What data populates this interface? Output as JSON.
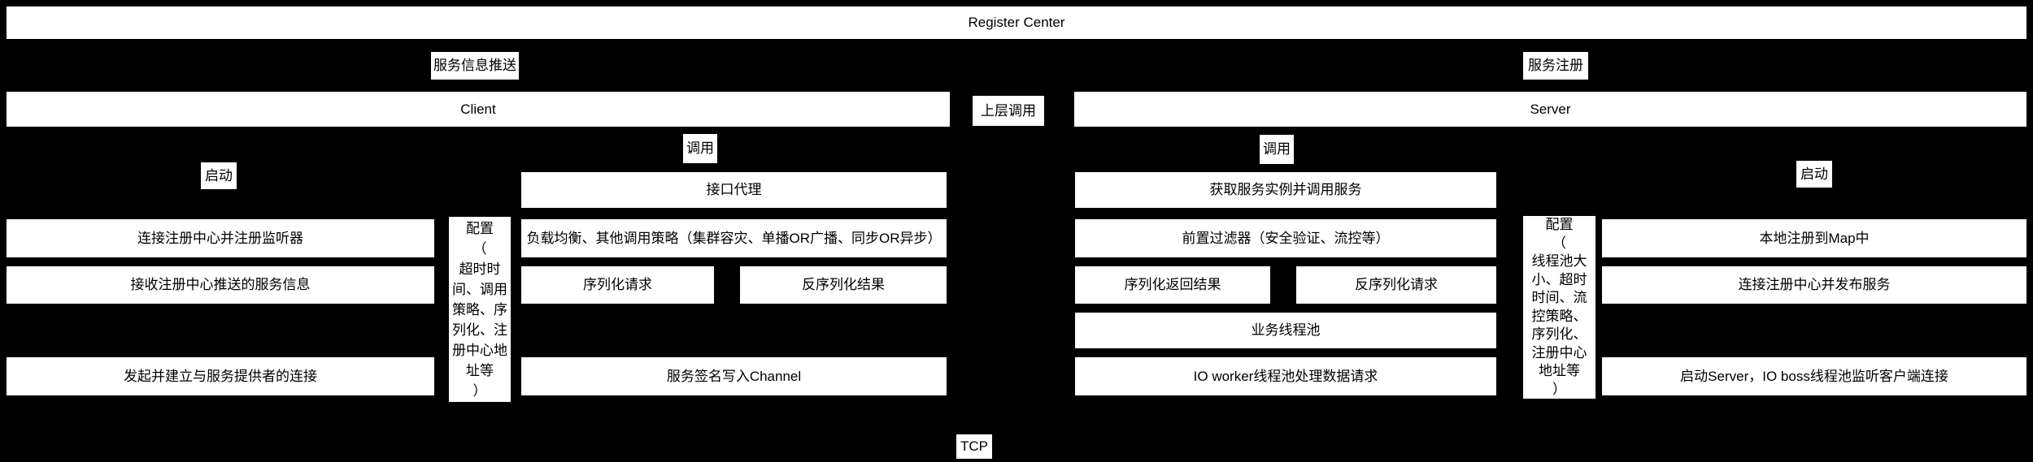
{
  "diagram": {
    "register_center": "Register Center",
    "tcp": "TCP",
    "colors": {
      "background": "#000000",
      "box_fill": "#ffffff",
      "text": "#000000"
    },
    "connectors": {
      "service_info_push": "服务信息推送",
      "service_register": "服务注册",
      "upper_call": "上层调用",
      "call_client": "调用",
      "call_server": "调用",
      "start_client": "启动",
      "start_server": "启动"
    },
    "client": {
      "title": "Client",
      "interface_proxy": "接口代理",
      "config": "配置\n（\n超时时\n间、调用\n策略、序\n列化、注\n册中心地\n址等\n）",
      "lifecycle": [
        "连接注册中心并注册监听器",
        "接收注册中心推送的服务信息",
        "发起并建立与服务提供者的连接"
      ],
      "invoke": {
        "strategy": "负载均衡、其他调用策略（集群容灾、单播OR广播、同步OR异步）",
        "serialize_request": "序列化请求",
        "deserialize_result": "反序列化结果",
        "write_channel": "服务签名写入Channel"
      }
    },
    "server": {
      "title": "Server",
      "get_service": "获取服务实例并调用服务",
      "config": "配置\n（\n线程池大\n小、超时\n时间、流\n控策略、\n序列化、\n注册中心\n地址等\n）",
      "pipeline": {
        "pre_filter": "前置过滤器（安全验证、流控等）",
        "serialize_result": "序列化返回结果",
        "deserialize_request": "反序列化请求",
        "business_pool": "业务线程池",
        "io_worker": "IO worker线程池处理数据请求"
      },
      "lifecycle": [
        "本地注册到Map中",
        "连接注册中心并发布服务",
        "启动Server，IO boss线程池监听客户端连接"
      ]
    }
  }
}
